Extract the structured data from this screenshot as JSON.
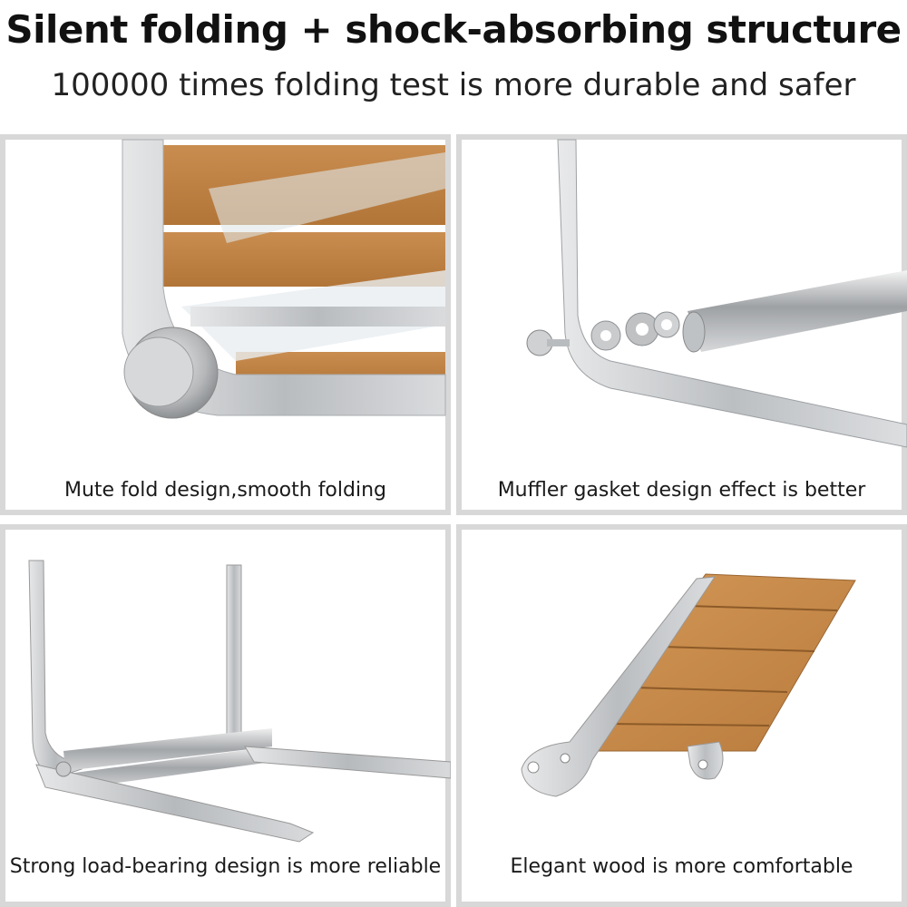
{
  "header": {
    "title": "Silent folding + shock-absorbing structure",
    "subtitle": "100000 times folding test is more durable and safer"
  },
  "panels": [
    {
      "caption": "Mute fold design,smooth folding",
      "image": "hinge-closeup-illustration"
    },
    {
      "caption": "Muffler gasket design effect is better",
      "image": "gasket-exploded-illustration"
    },
    {
      "caption": "Strong load-bearing design is more reliable",
      "image": "bracket-frame-illustration"
    },
    {
      "caption": "Elegant wood  is more comfortable",
      "image": "wood-seat-illustration"
    }
  ],
  "colors": {
    "frame_border": "#d8d8d8",
    "metal": "#c4c6c8",
    "wood": "#c68a4c"
  }
}
